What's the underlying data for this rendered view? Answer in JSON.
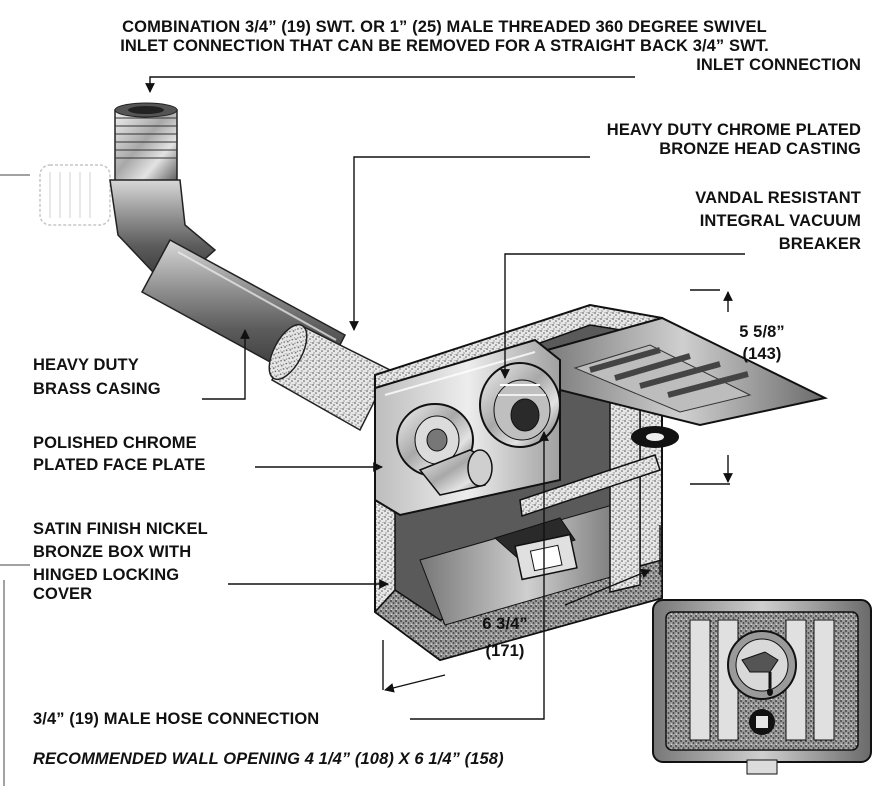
{
  "callouts": {
    "inlet_connection": [
      "COMBINATION 3/4” (19) SWT. OR 1” (25) MALE THREADED 360 DEGREE SWIVEL",
      "INLET CONNECTION THAT CAN BE REMOVED FOR A STRAIGHT BACK 3/4” SWT.",
      "INLET CONNECTION"
    ],
    "head_casting": [
      "HEAVY DUTY CHROME PLATED",
      "BRONZE HEAD CASTING"
    ],
    "vacuum_breaker": [
      "VANDAL RESISTANT",
      "INTEGRAL VACUUM",
      "BREAKER"
    ],
    "brass_casing": [
      "HEAVY DUTY",
      "BRASS CASING"
    ],
    "face_plate": [
      "POLISHED CHROME",
      "PLATED FACE PLATE"
    ],
    "bronze_box": [
      "SATIN FINISH NICKEL",
      "BRONZE BOX WITH",
      "HINGED LOCKING",
      "COVER"
    ],
    "hose_connection": "3/4” (19) MALE HOSE CONNECTION"
  },
  "dimensions": {
    "depth": [
      "5 5/8”",
      "(143)"
    ],
    "width": [
      "6 3/4”",
      "(171)"
    ]
  },
  "note": "RECOMMENDED WALL OPENING 4 1/4” (108) X 6 1/4” (158)",
  "colors": {
    "ink": "#111111",
    "metal_dark": "#3a3a3a",
    "metal_mid": "#8a8a8a",
    "metal_light": "#d9d9d9",
    "stipple": "#b8b8b8"
  }
}
